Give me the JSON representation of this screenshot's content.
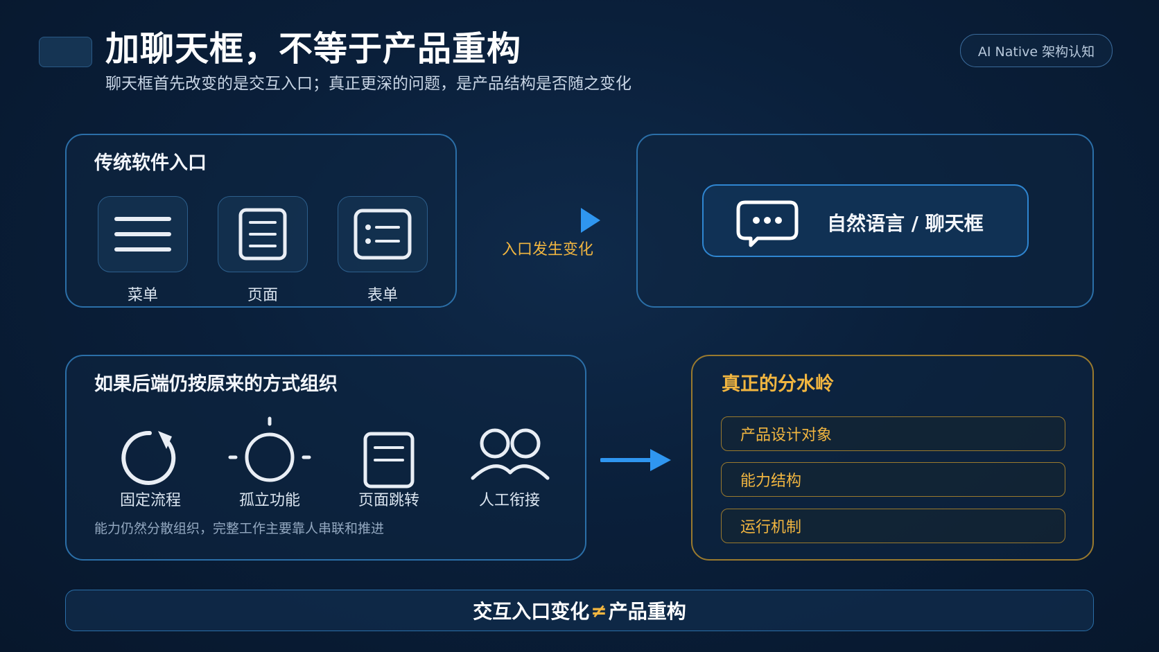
{
  "header": {
    "title": "加聊天框，不等于产品重构",
    "subtitle": "聊天框首先改变的是交互入口；真正更深的问题，是产品结构是否随之变化",
    "badge": "AI Native 架构认知"
  },
  "traditional": {
    "title": "传统软件入口",
    "items": [
      {
        "label": "菜单",
        "icon": "menu-icon"
      },
      {
        "label": "页面",
        "icon": "page-icon"
      },
      {
        "label": "表单",
        "icon": "form-icon"
      }
    ]
  },
  "transition": {
    "label": "入口发生变化"
  },
  "new_entry": {
    "label": "自然语言 / 聊天框",
    "icon": "chat-bubble-icon"
  },
  "backend": {
    "title": "如果后端仍按原来的方式组织",
    "items": [
      {
        "label": "固定流程",
        "icon": "cycle-icon"
      },
      {
        "label": "孤立功能",
        "icon": "isolated-node-icon"
      },
      {
        "label": "页面跳转",
        "icon": "page-icon"
      },
      {
        "label": "人工衔接",
        "icon": "people-icon"
      }
    ],
    "note": "能力仍然分散组织，完整工作主要靠人串联和推进"
  },
  "watershed": {
    "title": "真正的分水岭",
    "items": [
      "产品设计对象",
      "能力结构",
      "运行机制"
    ]
  },
  "footer": {
    "left": "交互入口变化",
    "symbol": "≠",
    "right": "产品重构"
  },
  "colors": {
    "accent_blue": "#2f86d1",
    "accent_gold": "#f2b640",
    "background": "#0a1f3a"
  }
}
